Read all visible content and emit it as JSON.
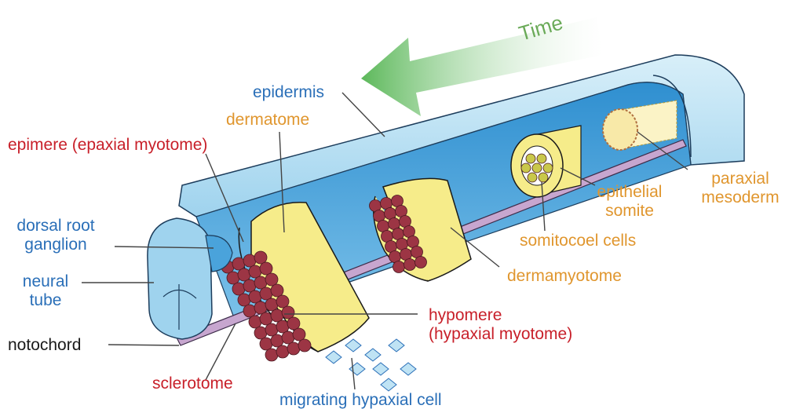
{
  "colors": {
    "blue_label": "#2a6fb8",
    "orange_label": "#e0962e",
    "red_label": "#c8202a",
    "black_label": "#1a1a1a",
    "time_arrow": "#7cc26a",
    "epidermis_fill": "#bfe3f4",
    "epidermis_inner": "#4aa3db",
    "somite_yellow": "#f6ec8a",
    "cell_red": "#9c3544",
    "notochord_purple": "#c7a6cf"
  },
  "arrow": {
    "label": "Time"
  },
  "labels": {
    "epidermis": "epidermis",
    "dermatome": "dermatome",
    "epimere": "epimere (epaxial myotome)",
    "dorsal_root_1": "dorsal root",
    "dorsal_root_2": "ganglion",
    "neural_tube_1": "neural",
    "neural_tube_2": "tube",
    "notochord": "notochord",
    "sclerotome": "sclerotome",
    "migrating": "migrating hypaxial cell",
    "hypomere_1": "hypomere",
    "hypomere_2": "(hypaxial myotome)",
    "dermamyotome": "dermamyotome",
    "somitocoel": "somitocoel cells",
    "epithelial_1": "epithelial",
    "epithelial_2": "somite",
    "paraxial_1": "paraxial",
    "paraxial_2": "mesoderm"
  }
}
